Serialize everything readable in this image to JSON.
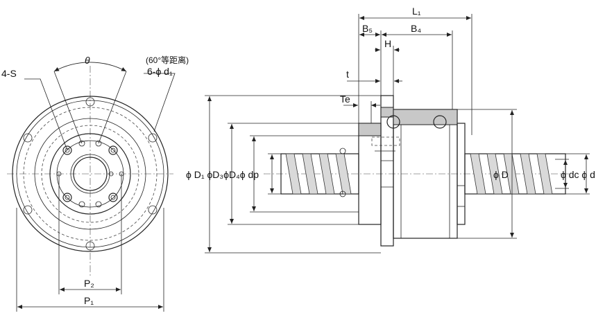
{
  "labels": {
    "theta": "θ",
    "equal_spacing": "(60°等距离)",
    "four_s": "4-S",
    "six_d1": "6-ϕ d₁",
    "p2": "P₂",
    "p1": "P₁",
    "l1": "L₁",
    "b5": "B₅",
    "b4": "B₄",
    "h": "H",
    "t": "t",
    "te": "Te",
    "d1_d3_d4_dp": "ϕ D₁ ϕD₃ϕD₄ϕ dp",
    "d_outer": "ϕ D",
    "dc_d": "ϕ dc ϕ d"
  },
  "colors": {
    "line": "#222222",
    "shade": "#c8c8c8",
    "background": "#ffffff"
  }
}
